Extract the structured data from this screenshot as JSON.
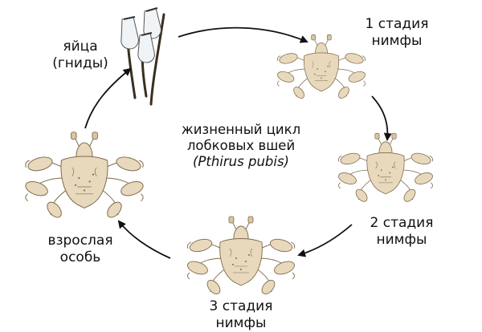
{
  "center": {
    "line1": "жизненный цикл",
    "line2": "лобковых вшей",
    "line3": "(Pthirus pubis)"
  },
  "stages": {
    "eggs": {
      "line1": "яйца",
      "line2": "(гниды)"
    },
    "nymph1": {
      "line1": "1 стадия",
      "line2": "нимфы"
    },
    "nymph2": {
      "line1": "2 стадия",
      "line2": "нимфы"
    },
    "nymph3": {
      "line1": "3 стадия",
      "line2": "нимфы"
    },
    "adult": {
      "line1": "взрослая",
      "line2": "особь"
    }
  },
  "colors": {
    "louse_body": "#e9d9bc",
    "louse_outline": "#7d6a4c",
    "arrow": "#111111",
    "egg": "#f1f4f7"
  }
}
